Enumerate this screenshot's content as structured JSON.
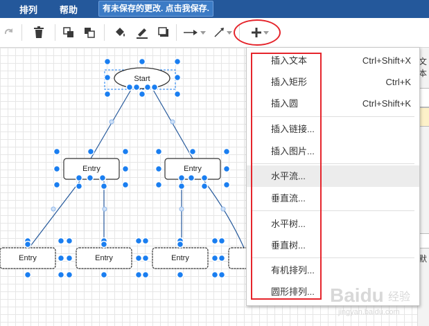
{
  "menubar": {
    "items": [
      "排列",
      "帮助"
    ],
    "notice": "有未保存的更改. 点击我保存."
  },
  "toolbar": {
    "icons": [
      "redo-icon",
      "delete-icon",
      "to-front-icon",
      "to-back-icon",
      "fill-color-icon",
      "line-color-icon",
      "shadow-icon",
      "connection-style-icon",
      "waypoints-icon",
      "insert-plus-icon"
    ]
  },
  "diagram": {
    "start_label": "Start",
    "mid_labels": [
      "Entry",
      "Entry"
    ],
    "bottom_labels": [
      "Entry",
      "Entry",
      "Entry"
    ]
  },
  "insert_menu": {
    "items": [
      {
        "label": "插入文本",
        "shortcut": "Ctrl+Shift+X"
      },
      {
        "label": "插入矩形",
        "shortcut": "Ctrl+K"
      },
      {
        "label": "插入圆",
        "shortcut": "Ctrl+Shift+K"
      },
      {
        "label": "插入链接...",
        "shortcut": ""
      },
      {
        "label": "插入图片...",
        "shortcut": ""
      },
      {
        "label": "水平流...",
        "shortcut": ""
      },
      {
        "label": "垂直流...",
        "shortcut": ""
      },
      {
        "label": "水平树...",
        "shortcut": ""
      },
      {
        "label": "垂直树...",
        "shortcut": ""
      },
      {
        "label": "有机排列...",
        "shortcut": ""
      },
      {
        "label": "圆形排列...",
        "shortcut": ""
      }
    ]
  },
  "right_panel": {
    "tab_label": "文本",
    "bottom_label": "默"
  },
  "watermark": {
    "brand": "Baidu",
    "suffix": "经验",
    "url": "jingyan.baidu.com"
  },
  "colors": {
    "menubar": "#24589b",
    "selection": "#1a7ef0",
    "annotation_red": "#e5242b"
  }
}
